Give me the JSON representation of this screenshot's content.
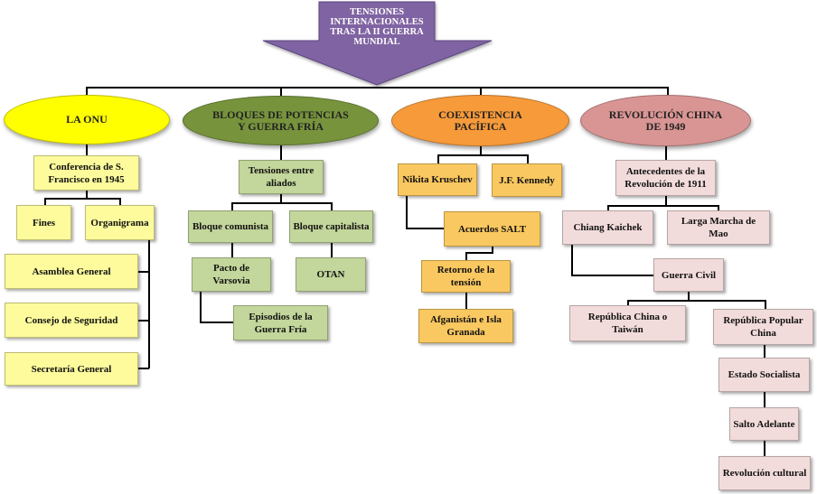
{
  "title": {
    "lines": [
      "TENSIONES",
      "INTERNACIONALES",
      "TRAS LA II GUERRA",
      "MUNDIAL"
    ],
    "color": "#8064a2"
  },
  "colors": {
    "onu": "#ffff00",
    "bloques": "#77933c",
    "coexistencia": "#f79a3a",
    "revolucion": "#d99594",
    "onu_box": "#fdfb9c",
    "bloques_box": "#c3d69b",
    "coexistencia_box": "#fac860",
    "revolucion_box": "#f2dcdb",
    "connector": "#000000"
  },
  "branches": {
    "onu": {
      "label": "LA ONU",
      "nodes": {
        "conferencia": "Conferencia de S. Francisco en 1945",
        "fines": "Fines",
        "organigrama": "Organigrama",
        "asamblea": "Asamblea General",
        "consejo": "Consejo de Seguridad",
        "secretaria": "Secretaría General"
      }
    },
    "bloques": {
      "label_line1": "BLOQUES DE POTENCIAS",
      "label_line2": "Y GUERRA FRÍA",
      "nodes": {
        "tensiones": "Tensiones entre aliados",
        "comunista": "Bloque comunista",
        "capitalista": "Bloque capitalista",
        "varsovia": "Pacto de Varsovia",
        "otan": "OTAN",
        "episodios": "Episodios de la Guerra Fría"
      }
    },
    "coexistencia": {
      "label_line1": "COEXISTENCIA",
      "label_line2": "PACÍFICA",
      "nodes": {
        "kruschev": "Nikita Kruschev",
        "kennedy": "J.F. Kennedy",
        "salt": "Acuerdos SALT",
        "retorno": "Retorno de la tensión",
        "afganistan": "Afganistán e Isla Granada"
      }
    },
    "revolucion": {
      "label_line1": "REVOLUCIÓN CHINA",
      "label_line2": "DE 1949",
      "nodes": {
        "antecedentes": "Antecedentes de la Revolución de 1911",
        "chiang": "Chiang Kaichek",
        "larga_marcha": "Larga Marcha de Mao",
        "guerra_civil": "Guerra Civil",
        "taiwan": "República China o Taiwán",
        "popular": "República Popular China",
        "estado_socialista": "Estado Socialista",
        "salto": "Salto Adelante",
        "cultural": "Revolución cultural"
      }
    }
  }
}
